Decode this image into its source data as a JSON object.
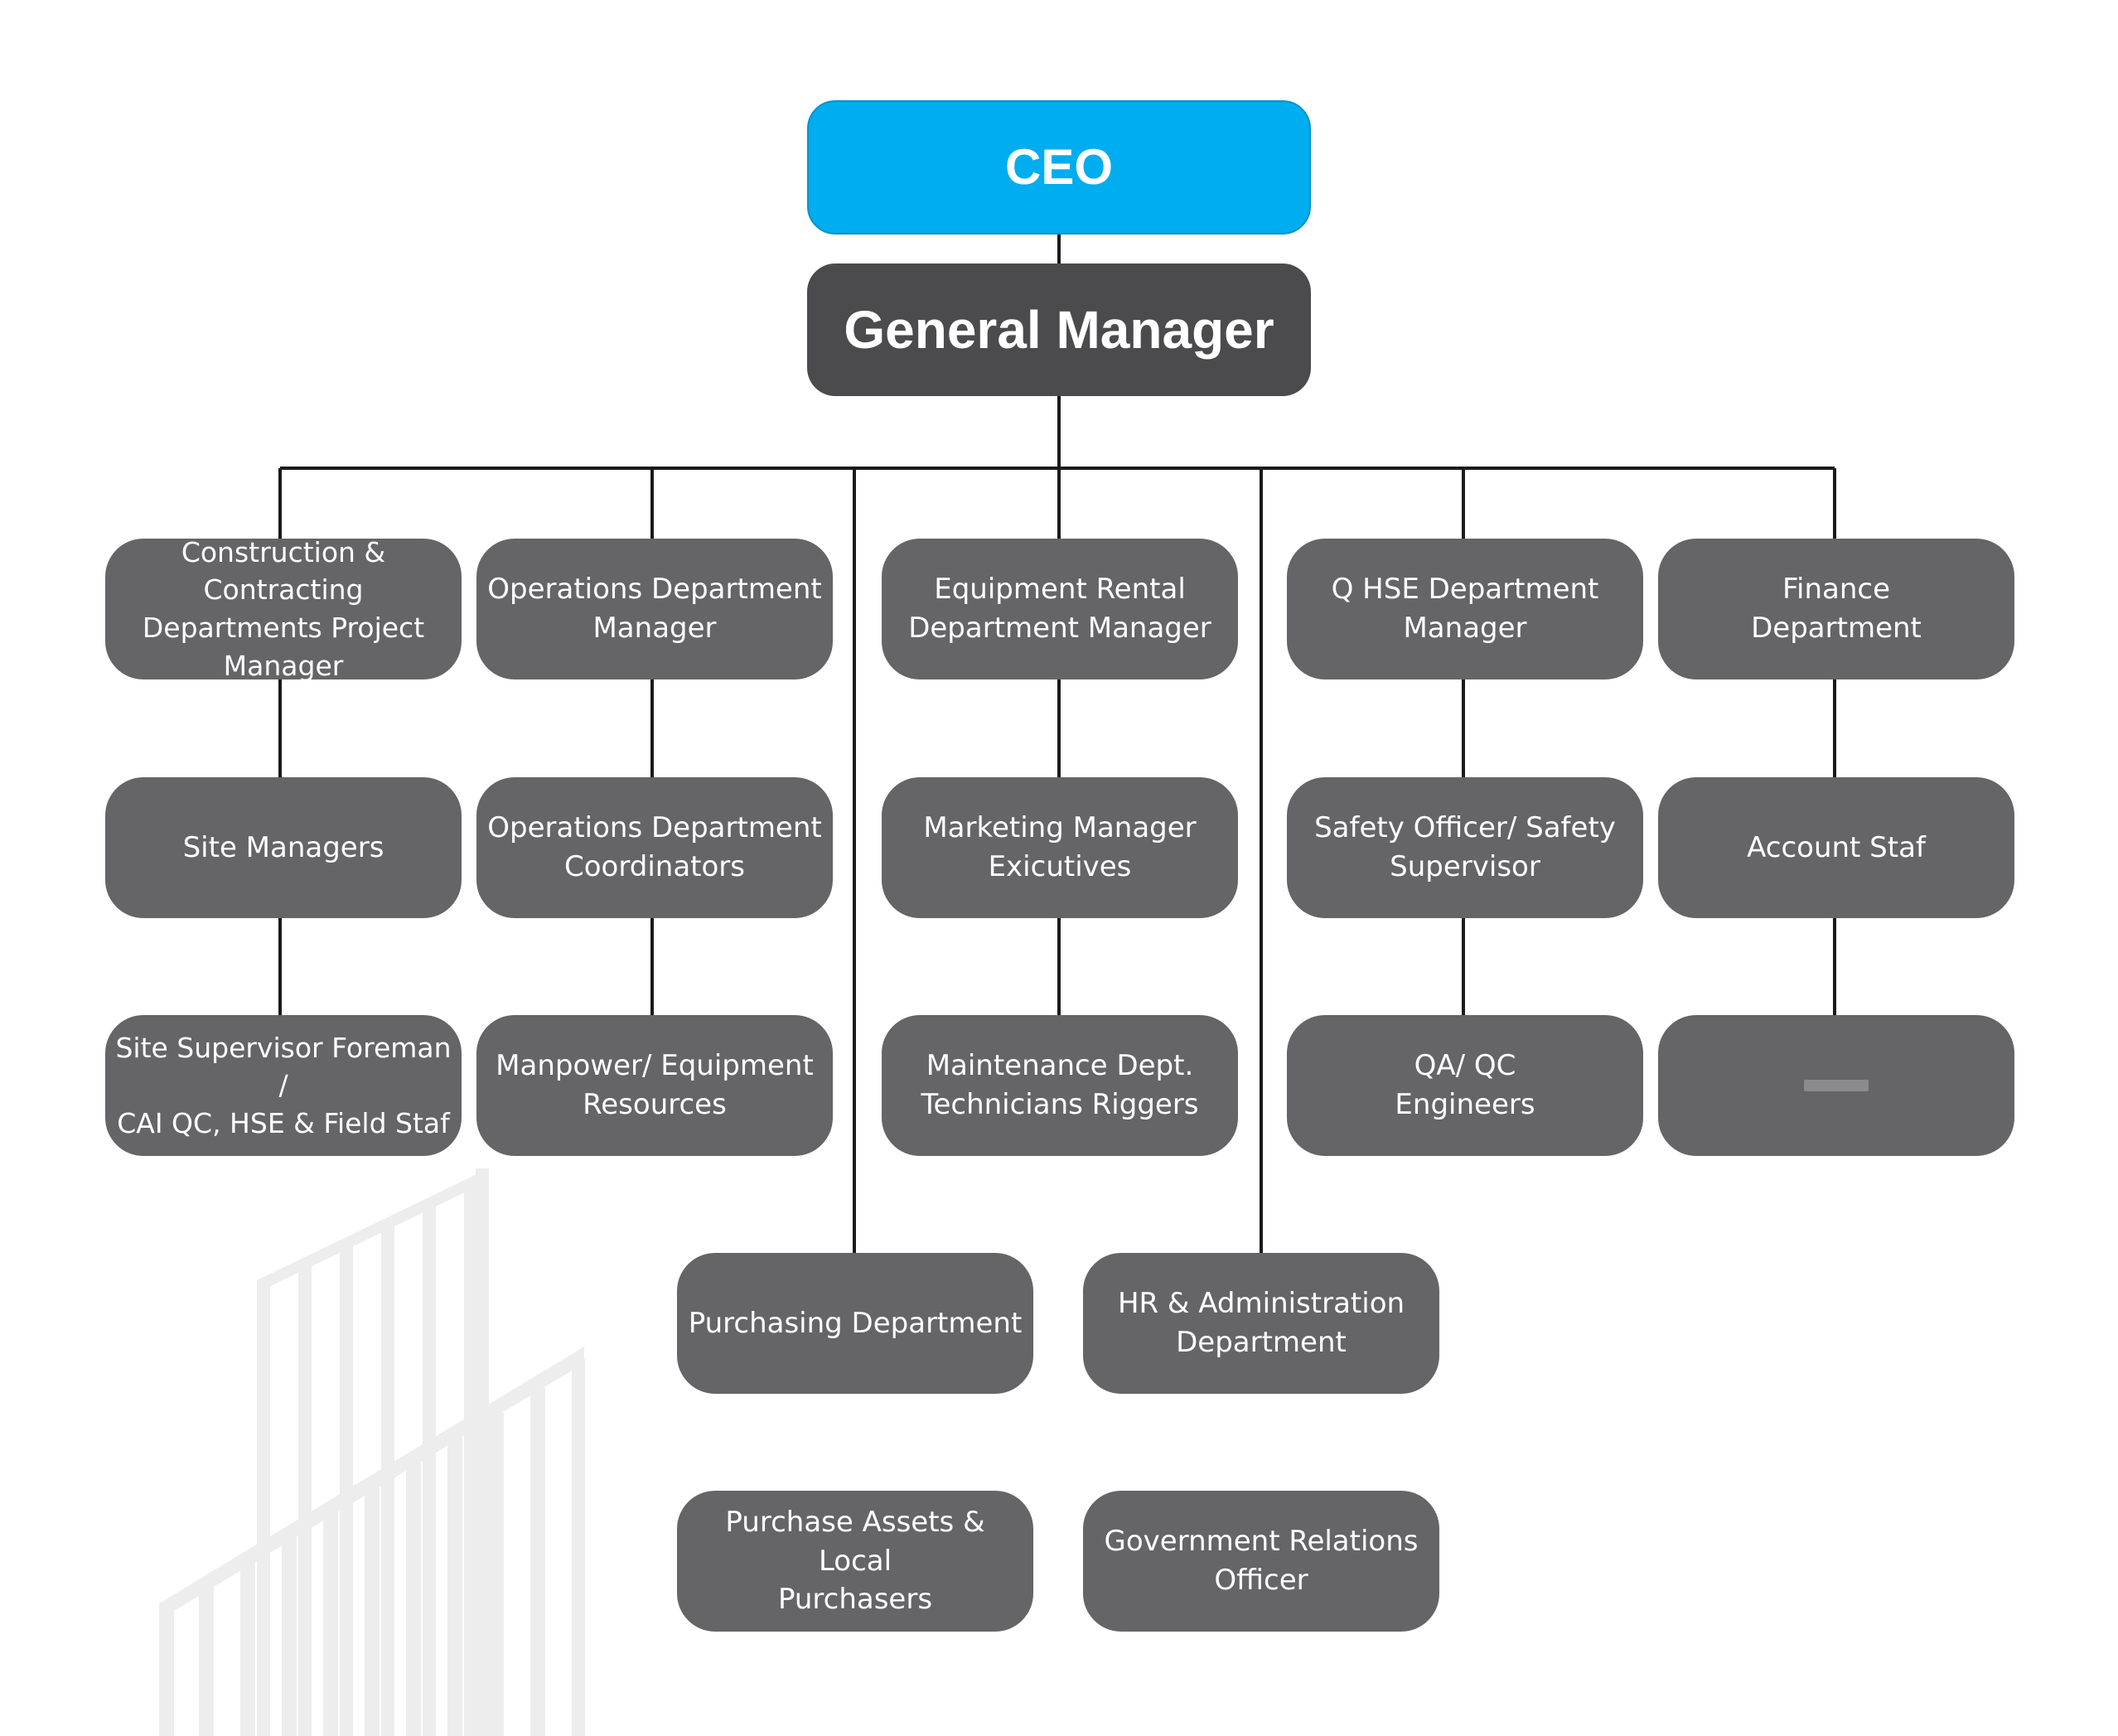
{
  "org_chart": {
    "ceo": "CEO",
    "general_manager": "General Manager",
    "columns": {
      "construction": {
        "head": "Construction & Contracting\nDepartments Project\nManager",
        "level2": "Site Managers",
        "level3": "Site Supervisor Foreman /\nCAI QC, HSE & Field Staf"
      },
      "operations": {
        "head": "Operations Department\nManager",
        "level2": "Operations Department\nCoordinators",
        "level3": "Manpower/ Equipment\nResources"
      },
      "purchasing": {
        "head": "Purchasing Department",
        "level2": "Purchase Assets & Local\nPurchasers"
      },
      "equipment_rental": {
        "head": "Equipment Rental\nDepartment Manager",
        "level2": "Marketing Manager\nExicutives",
        "level3": "Maintenance Dept.\nTechnicians Riggers"
      },
      "hr_admin": {
        "head": "HR & Administration\nDepartment",
        "level2": "Government Relations\nOfficer"
      },
      "qhse": {
        "head": "Q HSE Department\nManager",
        "level2": "Safety Officer/ Safety\nSupervisor",
        "level3": "QA/ QC\nEngineers"
      },
      "finance": {
        "head": "Finance\nDepartment",
        "level2": "Account Staf"
      }
    }
  },
  "colors": {
    "ceo_fill": "#00adef",
    "gm_fill": "#4b4a4c",
    "node_fill": "#656467",
    "connector": "#1a1a1a",
    "background_art": "#ededee"
  }
}
